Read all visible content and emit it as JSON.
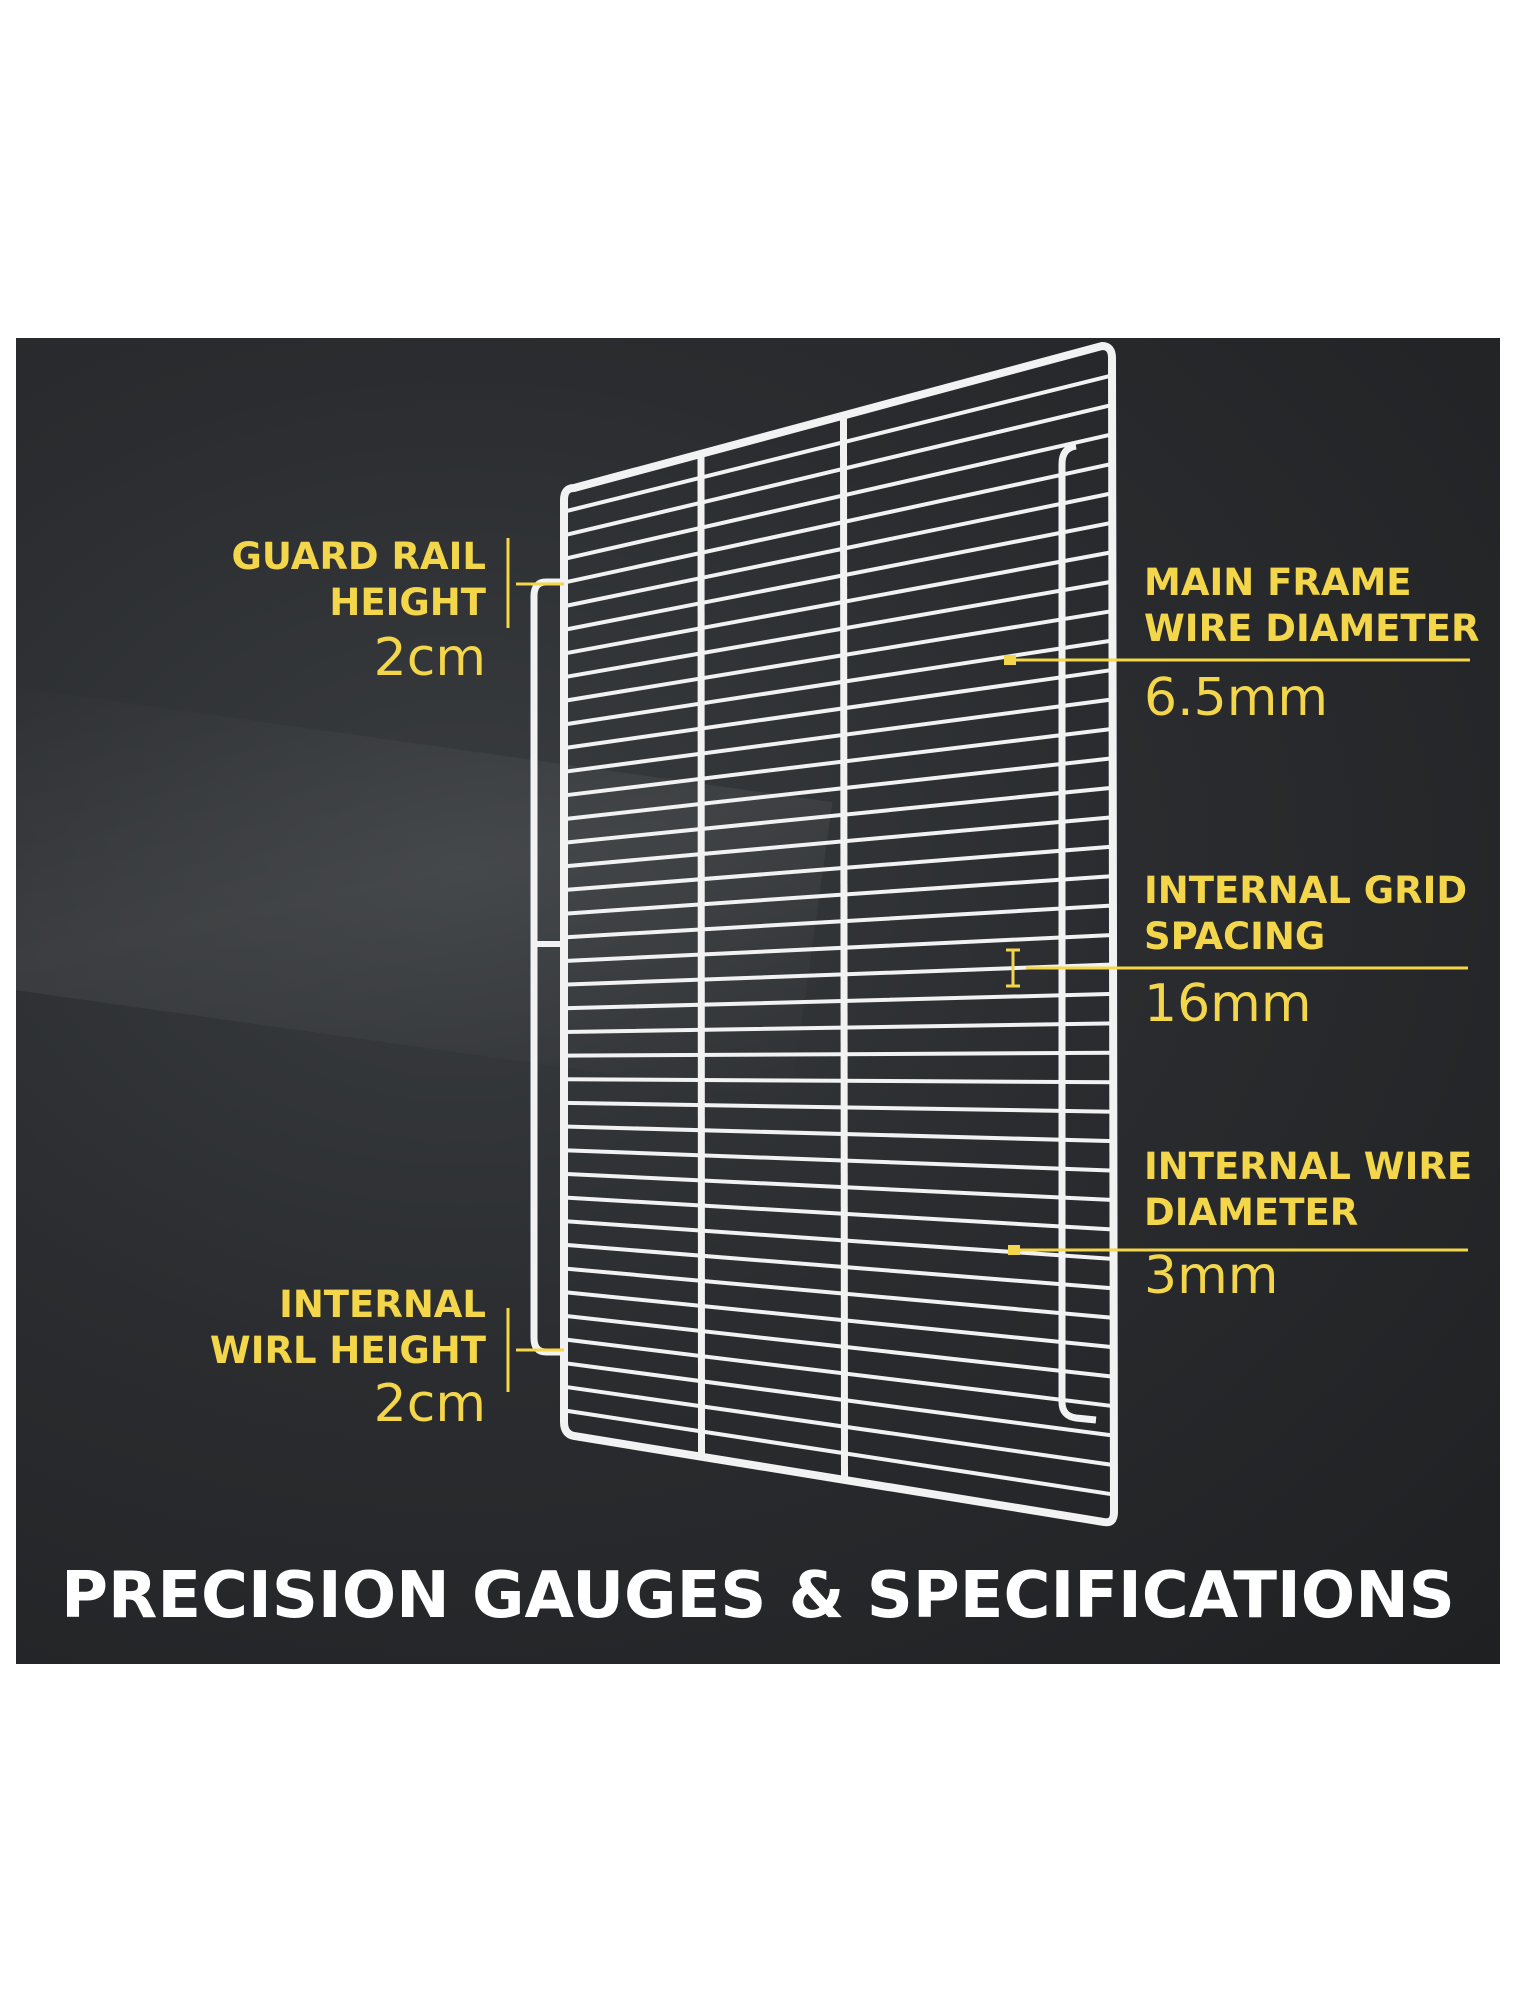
{
  "labels": {
    "guard_rail": {
      "line1": "GUARD RAIL",
      "line2": "HEIGHT",
      "value": "2cm"
    },
    "internal_wire_height": {
      "line1": "INTERNAL",
      "line2": "WIRL HEIGHT",
      "value": "2cm"
    },
    "main_frame": {
      "line1": "MAIN FRAME",
      "line2": "WIRE DIAMETER",
      "value": "6.5mm"
    },
    "grid_spacing": {
      "line1": "INTERNAL GRID",
      "line2": "SPACING",
      "value": "16mm"
    },
    "internal_wire": {
      "line1": "INTERNAL WIRE",
      "line2": "DIAMETER",
      "value": "3mm"
    }
  },
  "title": "PRECISION GAUGES & SPECIFICATIONS",
  "colors": {
    "accent": "#f3d64a",
    "wire": "#f2f2f2",
    "background": "#2a2c2f"
  }
}
